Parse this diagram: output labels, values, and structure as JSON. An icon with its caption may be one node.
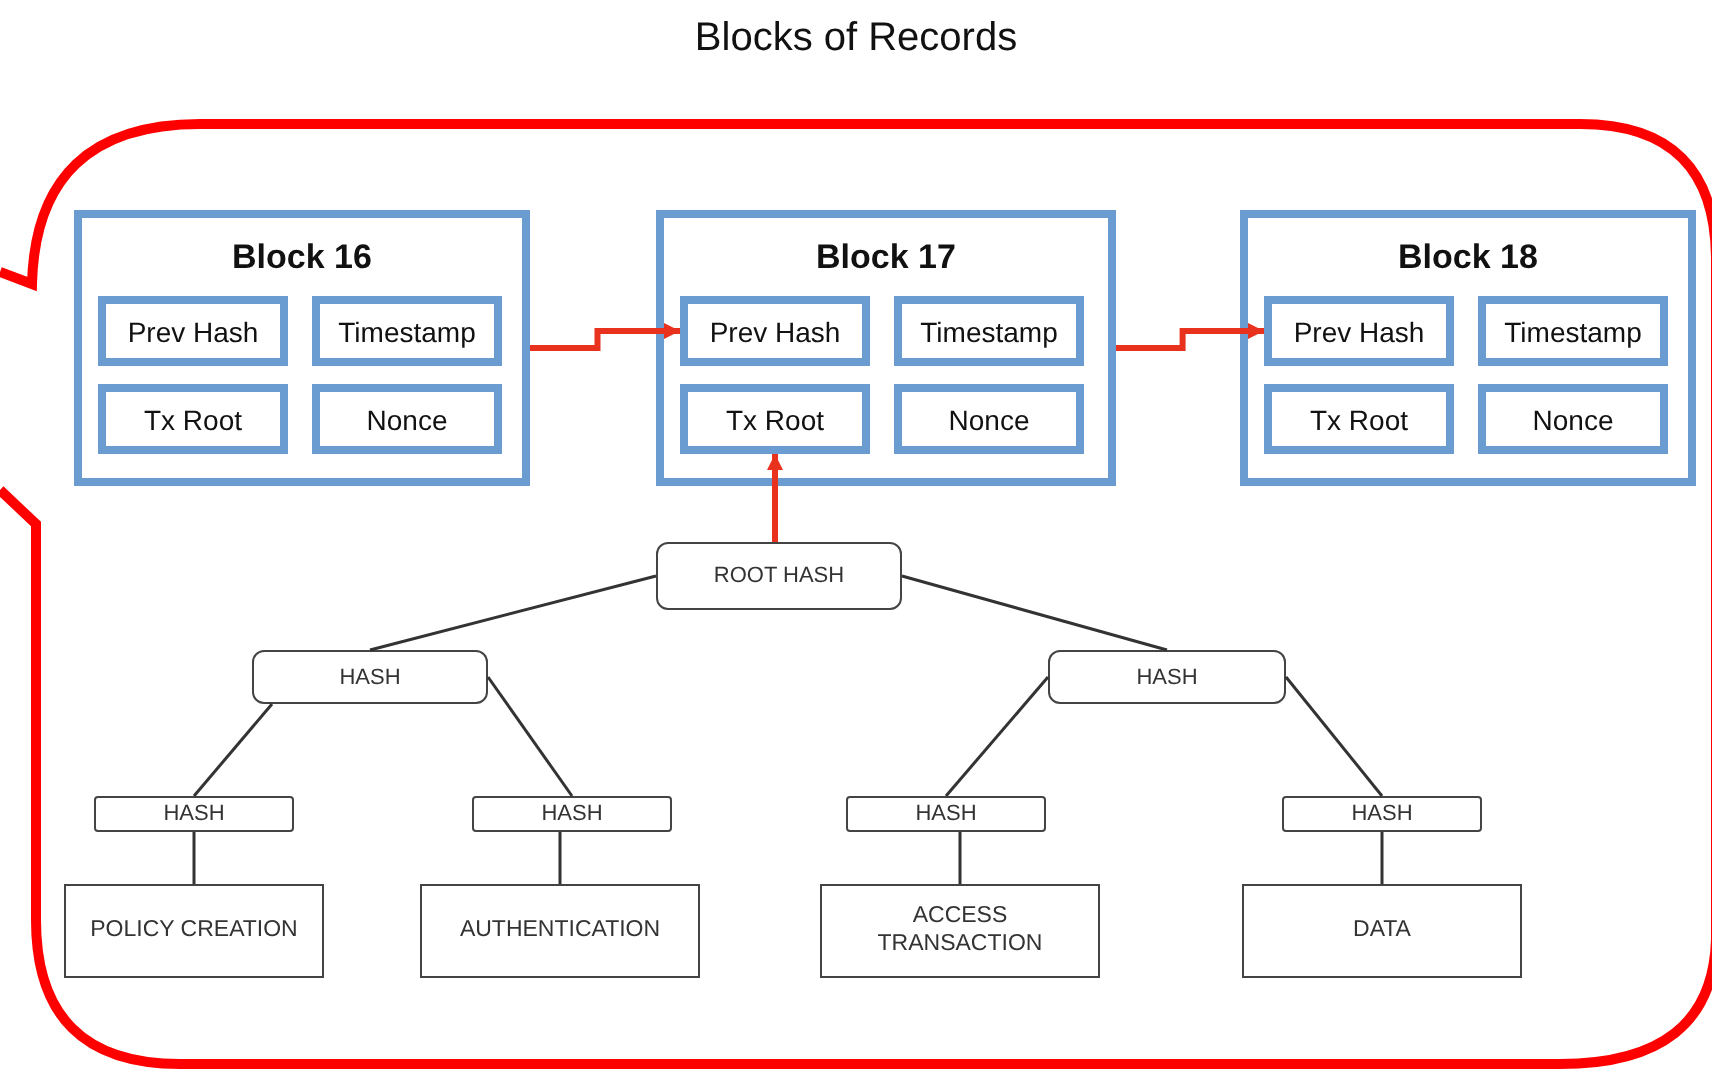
{
  "diagram": {
    "title": "Blocks of Records",
    "nodes": [
      {
        "text": [
          "Block 16"
        ]
      },
      {
        "text": [
          "Prev Hash"
        ],
        "in": 0
      },
      {
        "text": [
          "Timestamp"
        ],
        "in": 0
      },
      {
        "text": [
          "Tx Root"
        ],
        "in": 0
      },
      {
        "text": [
          "Nonce"
        ],
        "in": 0
      },
      {
        "text": [
          "Block 17"
        ]
      },
      {
        "text": [
          "Prev Hash"
        ],
        "in": 5
      },
      {
        "text": [
          "Timestamp"
        ],
        "in": 5
      },
      {
        "text": [
          "Tx Root"
        ],
        "in": 5
      },
      {
        "text": [
          "Nonce"
        ],
        "in": 5
      },
      {
        "text": [
          "Block 18"
        ]
      },
      {
        "text": [
          "Prev Hash"
        ],
        "in": 10
      },
      {
        "text": [
          "Timestamp"
        ],
        "in": 10
      },
      {
        "text": [
          "Tx Root"
        ],
        "in": 10
      },
      {
        "text": [
          "Nonce"
        ],
        "in": 10
      },
      {
        "text": [
          "ROOT HASH"
        ]
      },
      {
        "text": [
          "HASH"
        ]
      },
      {
        "text": [
          "HASH"
        ]
      },
      {
        "text": [
          "HASH"
        ]
      },
      {
        "text": [
          "HASH"
        ]
      },
      {
        "text": [
          "HASH"
        ]
      },
      {
        "text": [
          "HASH"
        ]
      },
      {
        "text": [
          "POLICY CREATION"
        ]
      },
      {
        "text": [
          "AUTHENTICATION"
        ]
      },
      {
        "text": [
          "ACCESS TRANSACTION"
        ]
      },
      {
        "text": [
          "DATA"
        ]
      }
    ],
    "edges": [
      {
        "from": 0,
        "to": 6,
        "arrow": "to",
        "style": "thick",
        "color": "#e8321e"
      },
      {
        "from": 5,
        "to": 11,
        "arrow": "to",
        "style": "thick",
        "color": "#e8321e"
      },
      {
        "from": 15,
        "to": 8,
        "arrow": "to",
        "style": "thick",
        "color": "#e8321e"
      },
      {
        "from": 15,
        "to": 16,
        "arrow": "none"
      },
      {
        "from": 15,
        "to": 17,
        "arrow": "none"
      },
      {
        "from": 16,
        "to": 18,
        "arrow": "none"
      },
      {
        "from": 16,
        "to": 19,
        "arrow": "none"
      },
      {
        "from": 17,
        "to": 20,
        "arrow": "none"
      },
      {
        "from": 17,
        "to": 21,
        "arrow": "none"
      },
      {
        "from": 18,
        "to": 22,
        "arrow": "none"
      },
      {
        "from": 19,
        "to": 23,
        "arrow": "none"
      },
      {
        "from": 20,
        "to": 24,
        "arrow": "none"
      },
      {
        "from": 21,
        "to": 25,
        "arrow": "none"
      }
    ]
  }
}
